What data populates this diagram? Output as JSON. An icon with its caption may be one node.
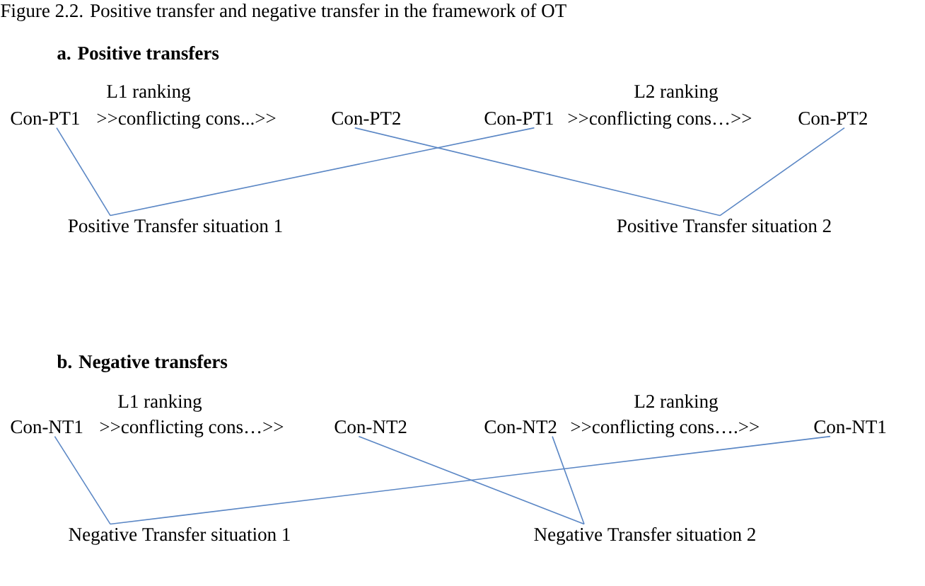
{
  "diagram": {
    "title": "Figure 2.2. Positive transfer and negative transfer in the framework of OT",
    "nodes": [
      {
        "text": [
          "Con-PT1"
        ]
      },
      {
        "text": [
          "Con-PT2"
        ]
      },
      {
        "text": [
          "Con-PT1"
        ]
      },
      {
        "text": [
          "Con-PT2"
        ]
      },
      {
        "text": [
          "Positive Transfer situation 1"
        ]
      },
      {
        "text": [
          "Positive Transfer situation 2"
        ]
      },
      {
        "text": [
          "Con-NT1"
        ]
      },
      {
        "text": [
          "Con-NT2"
        ]
      },
      {
        "text": [
          "Con-NT2"
        ]
      },
      {
        "text": [
          "Con-NT1"
        ]
      },
      {
        "text": [
          "Negative Transfer situation 1"
        ]
      },
      {
        "text": [
          "Negative Transfer situation 2"
        ]
      }
    ],
    "edges": [
      {
        "from": 0,
        "to": 4,
        "arrow": "none"
      },
      {
        "from": 2,
        "to": 4,
        "arrow": "none"
      },
      {
        "from": 1,
        "to": 5,
        "arrow": "none"
      },
      {
        "from": 3,
        "to": 5,
        "arrow": "none"
      },
      {
        "from": 6,
        "to": 10,
        "arrow": "none"
      },
      {
        "from": 9,
        "to": 10,
        "arrow": "none"
      },
      {
        "from": 7,
        "to": 11,
        "arrow": "none"
      },
      {
        "from": 8,
        "to": 11,
        "arrow": "none"
      }
    ],
    "labels": [
      "a. Positive transfers",
      "L1 ranking",
      "L2 ranking",
      ">>conflicting cons...>>",
      ">>conflicting cons…>>",
      "b. Negative transfers",
      "L1 ranking",
      "L2 ranking",
      ">>conflicting cons…>>",
      ">>conflicting cons….>>"
    ]
  }
}
